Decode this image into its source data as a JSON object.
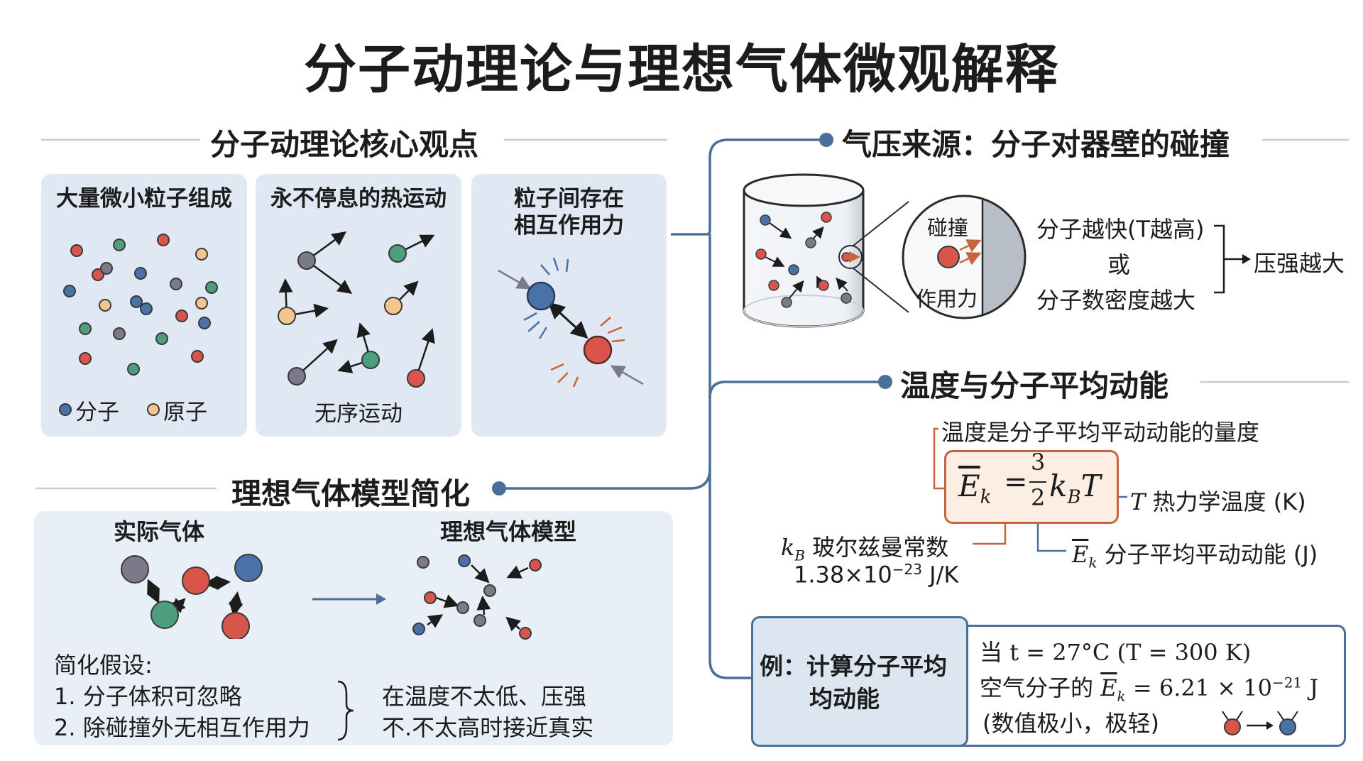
{
  "title": "分子动理论与理想气体微观解释",
  "core": {
    "title": "分子动理论核心观点",
    "card1": {
      "title": "大量微小粒子组成",
      "legend_molecule": "分子",
      "legend_atom": "原子"
    },
    "card2": {
      "title": "永不停息的热运动",
      "caption": "无序运动"
    },
    "card3": {
      "title_line1": "粒子间存在",
      "title_line2": "相互作用力"
    }
  },
  "ideal": {
    "title": "理想气体模型简化",
    "real_gas": "实际气体",
    "ideal_model": "理想气体模型",
    "assump_title": "简化假设:",
    "assump1": "1. 分子体积可忽略",
    "assump2": "2. 除碰撞外无相互作用力",
    "note1": "在温度不太低、压强",
    "note2": "不.不太高时接近真实"
  },
  "pressure": {
    "title": "气压来源：分子对器壁的碰撞",
    "zoom_top": "碰撞",
    "zoom_bottom": "作用力",
    "cond1": "分子越快(T越高)",
    "cond_or": "或",
    "cond2": "分子数密度越大",
    "result": "压强越大"
  },
  "temperature": {
    "title": "温度与分子平均动能",
    "statement": "温度是分子平均平动动能的量度",
    "formula": {
      "lhs": "E",
      "lhs_sub": "k",
      "equals": "=",
      "num": "3",
      "den": "2",
      "k": "k",
      "k_sub": "B",
      "t": "T"
    },
    "t_sym": "T",
    "t_label": "热力学温度 (K)",
    "kb_sym": "k",
    "kb_sub": "B",
    "kb_label": "玻尔兹曼常数",
    "kb_value": "1.38×10",
    "kb_exp": "−23",
    "kb_unit": "J/K",
    "ek_sym": "E",
    "ek_sub": "k",
    "ek_label": "分子平均平动动能 (J)"
  },
  "example": {
    "label_line1": "例：计算分子平均",
    "label_line2": "均动能",
    "line1_prefix": "当",
    "line1_math": "t = 27°C (T = 300 K)",
    "line2_prefix": "空气分子的",
    "line2_sym": "E",
    "line2_sub": "k",
    "line2_value": "= 6.21 × 10",
    "line2_exp": "−21",
    "line2_unit": "J",
    "line3": "(数值极小，极轻)"
  },
  "colors": {
    "molecule_blue": "#4a72a8",
    "atom_orange": "#f5c58f",
    "red": "#d9544a",
    "green": "#4c9e7f",
    "gray": "#7c7a8a",
    "connector": "#4a6f98",
    "formula_accent": "#c8643c"
  }
}
